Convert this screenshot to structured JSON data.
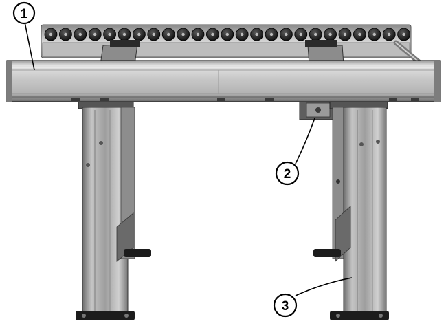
{
  "callouts": [
    {
      "id": "1",
      "label": "1"
    },
    {
      "id": "2",
      "label": "2"
    },
    {
      "id": "3",
      "label": "3"
    }
  ],
  "colors": {
    "background": "#ffffff",
    "aluminum_light": "#c9c9c9",
    "aluminum_mid": "#a9a9a9",
    "aluminum_dark": "#6f6f6f",
    "roller_dark": "#1d1d1d",
    "outline": "#000000"
  }
}
